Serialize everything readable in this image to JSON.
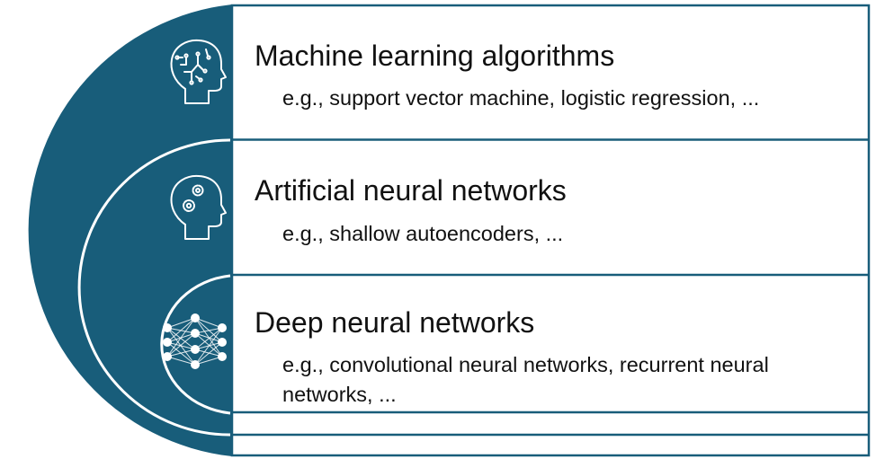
{
  "diagram": {
    "accent_color": "#185d7a",
    "layers": [
      {
        "id": "ml",
        "icon": "brain-circuit-head-icon",
        "title": "Machine learning algorithms",
        "examples": "e.g., support vector machine, logistic regression, ..."
      },
      {
        "id": "ann",
        "icon": "gears-head-icon",
        "title": "Artificial neural networks",
        "examples": "e.g., shallow autoencoders, ..."
      },
      {
        "id": "dnn",
        "icon": "neural-network-icon",
        "title": "Deep neural networks",
        "examples": "e.g., convolutional neural networks, recurrent neural networks, ..."
      }
    ]
  }
}
